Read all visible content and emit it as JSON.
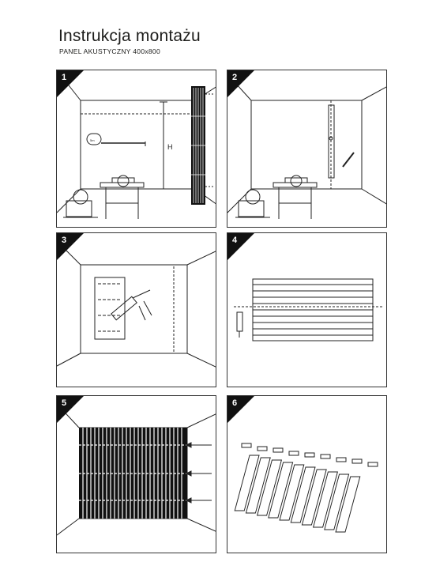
{
  "header": {
    "title": "Instrukcja montażu",
    "subtitle": "PANEL AKUSTYCZNY 400x800"
  },
  "steps": [
    {
      "number": "1",
      "height_label": "H",
      "tape_label": "5m"
    },
    {
      "number": "2"
    },
    {
      "number": "3"
    },
    {
      "number": "4"
    },
    {
      "number": "5"
    },
    {
      "number": "6"
    }
  ]
}
